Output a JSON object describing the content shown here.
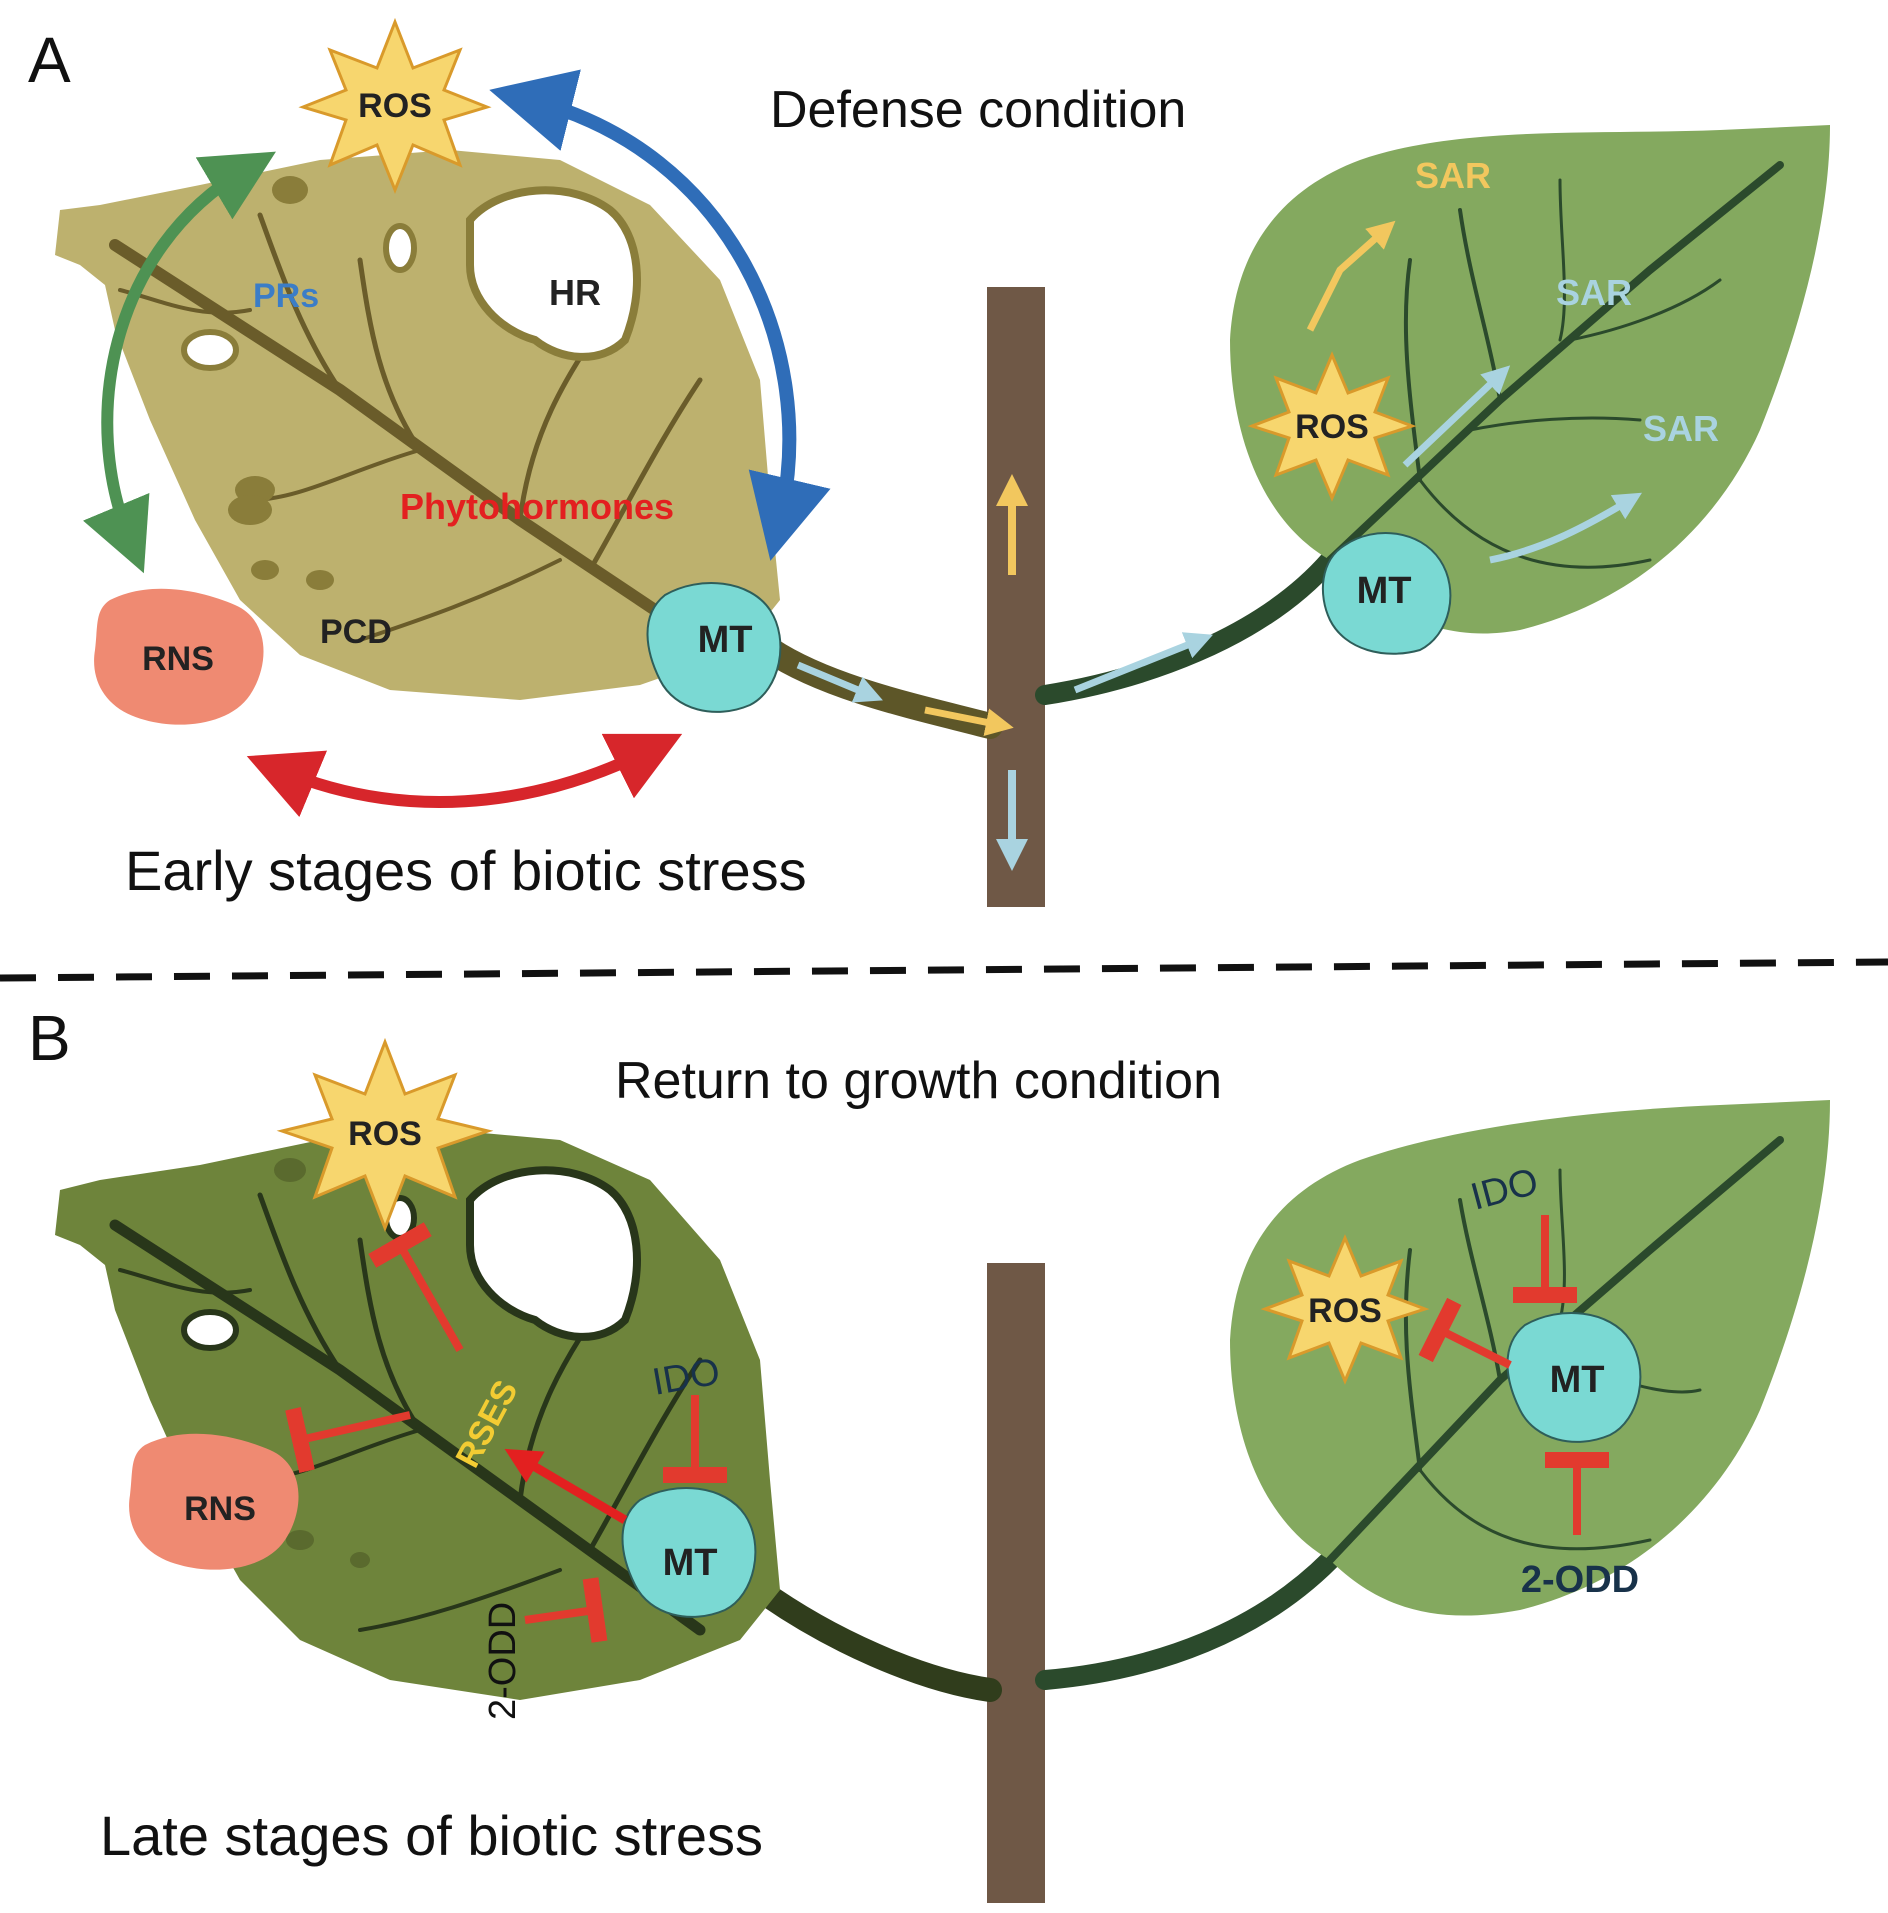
{
  "panel_a": {
    "letter": "A",
    "title": "Defense condition",
    "subtitle": "Early stages of biotic stress",
    "left_leaf": {
      "ros": "ROS",
      "rns": "RNS",
      "mt": "MT",
      "prs": "PRs",
      "hr": "HR",
      "pcd": "PCD",
      "phytohormones": "Phytohormones"
    },
    "right_leaf": {
      "ros": "ROS",
      "mt": "MT",
      "sar_1": "SAR",
      "sar_2": "SAR",
      "sar_3": "SAR"
    }
  },
  "panel_b": {
    "letter": "B",
    "title": "Return to growth condition",
    "subtitle": "Late stages of biotic stress",
    "left_leaf": {
      "ros": "ROS",
      "rns": "RNS",
      "mt": "MT",
      "rses": "RSES",
      "ido": "IDO",
      "odd": "2-ODD"
    },
    "right_leaf": {
      "ros": "ROS",
      "mt": "MT",
      "ido": "IDO",
      "odd": "2-ODD"
    }
  },
  "colors": {
    "stressed_leaf": "#bdb16e",
    "late_leaf": "#6e843b",
    "healthy_leaf": "#84a95f",
    "stem": "#6f5846",
    "mt": "#7ad9d3",
    "ros": "#f7d66e",
    "rns": "#ef8a72",
    "arrow_blue": "#2f6db8",
    "arrow_green": "#4e9253",
    "arrow_red": "#d7262b",
    "sar_yellow": "#f2c75e",
    "sar_lightblue": "#a9d3e0",
    "prs_blue": "#3b7dc7",
    "phyto_red": "#e32020",
    "rses_yellow": "#f3cc33",
    "ido_navy": "#18324a"
  }
}
